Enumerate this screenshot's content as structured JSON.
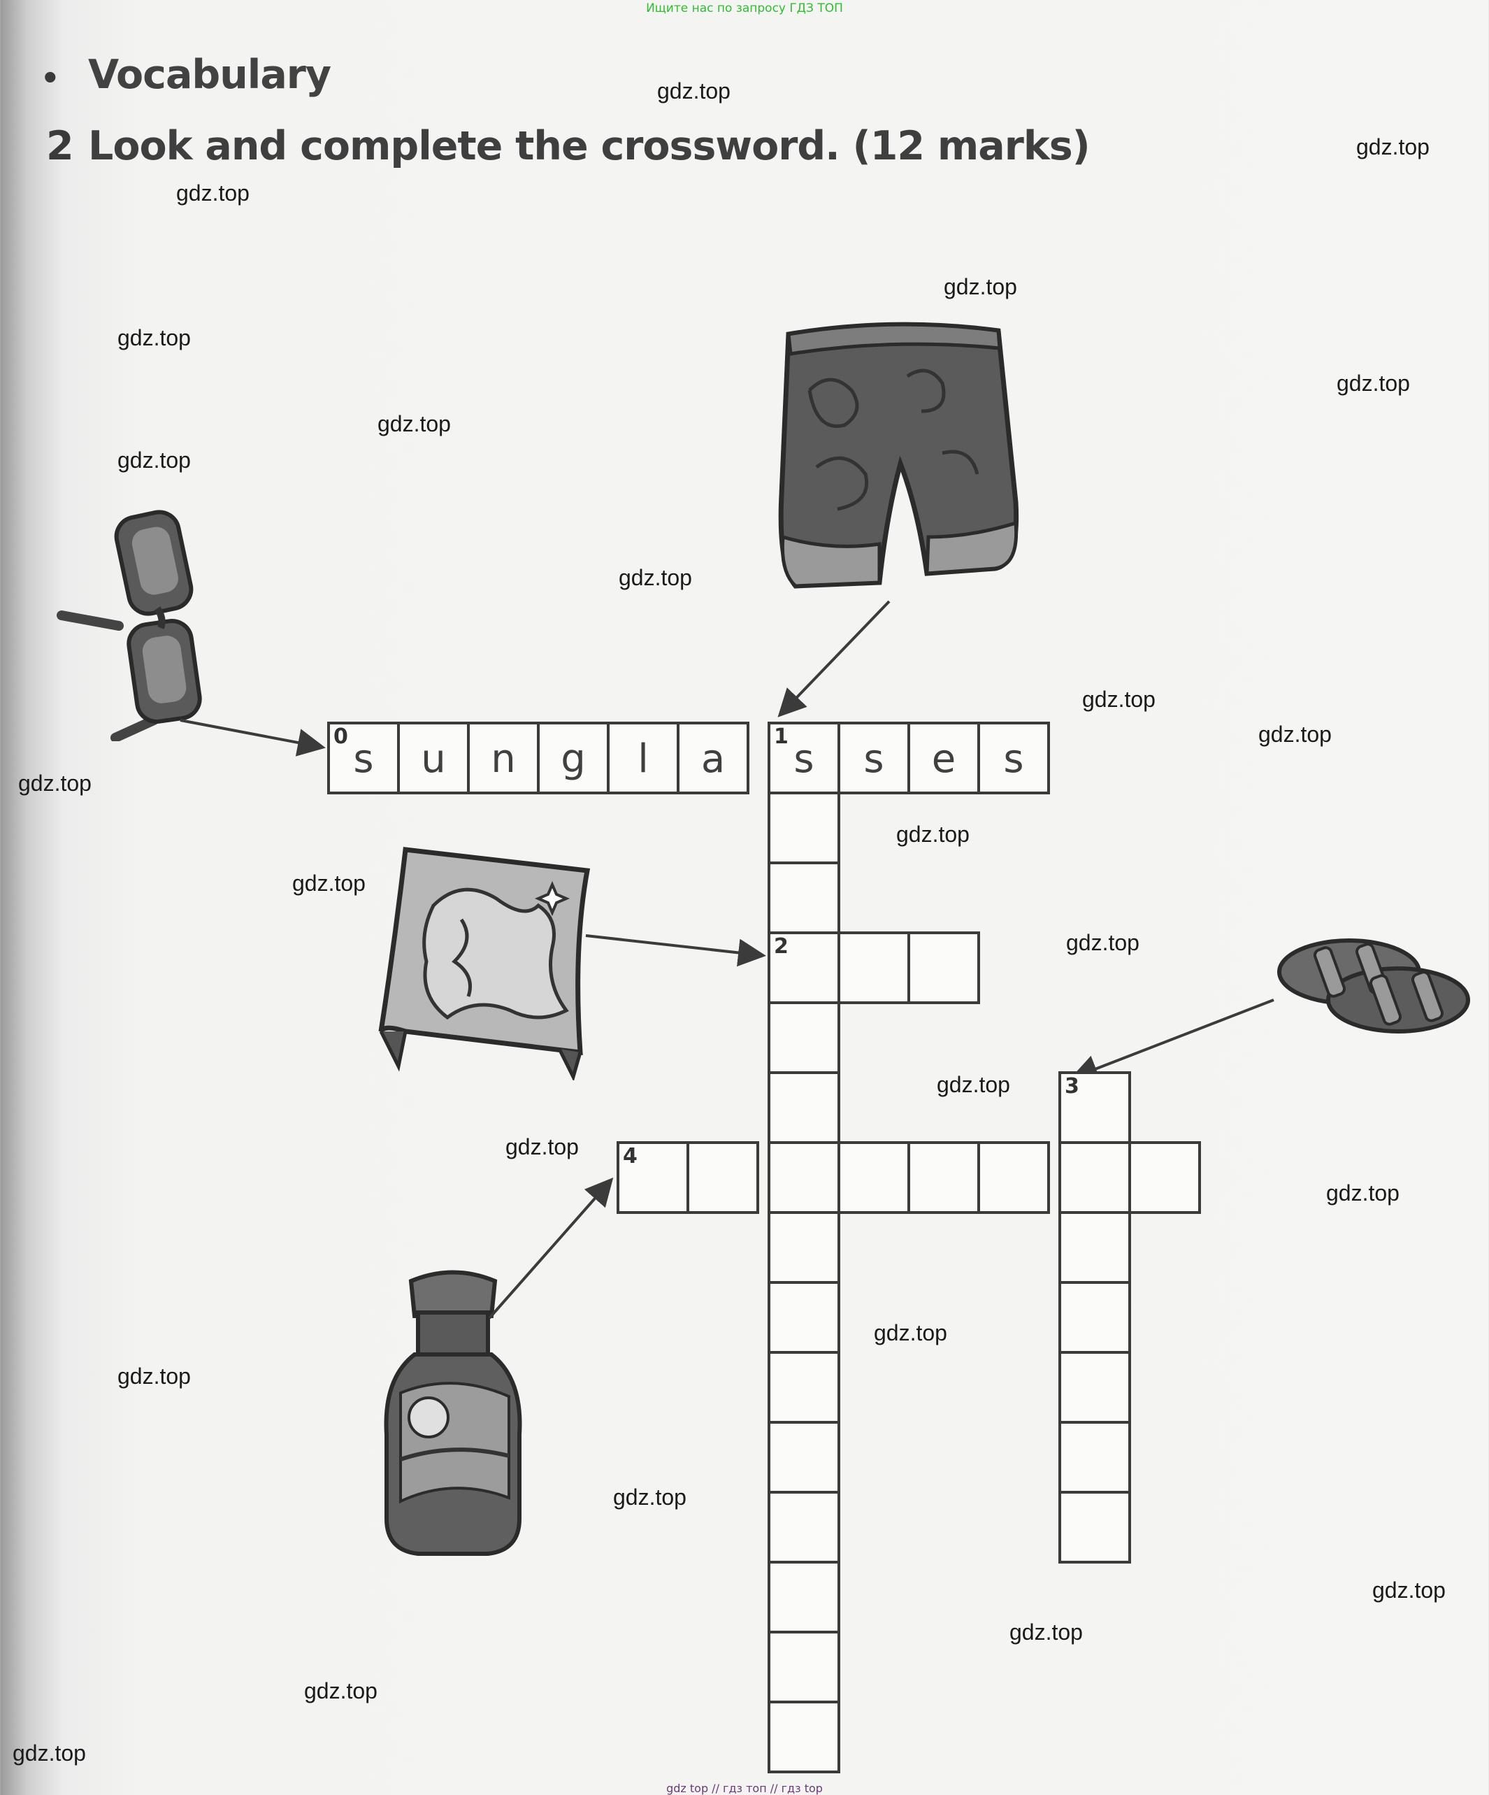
{
  "banner": "Ищите нас по запросу ГДЗ ТОП",
  "footer": "gdz top  //  гдз топ  //  гдз top",
  "section": {
    "bullet": "•",
    "title": "Vocabulary"
  },
  "exercise": {
    "number": "2",
    "instruction": "Look and complete the crossword. (12 marks)"
  },
  "crossword": {
    "example_word": [
      "s",
      "u",
      "n",
      "g",
      "l",
      "a",
      "s",
      "s",
      "e",
      "s"
    ],
    "clue_numbers": {
      "c0": "0",
      "c1": "1",
      "c2": "2",
      "c3": "3",
      "c4": "4"
    }
  },
  "watermark": "gdz.top",
  "pictures": {
    "sunglasses": "sunglasses-icon",
    "shorts": "swimming-shorts-icon",
    "map": "map-icon",
    "sandals": "sandals-icon",
    "suncream": "suncream-bottle-icon"
  }
}
